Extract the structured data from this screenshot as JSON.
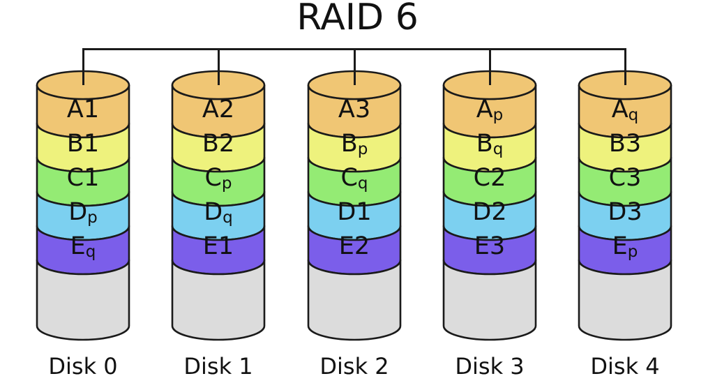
{
  "title": "RAID 6",
  "colors": {
    "stripe_a": "#F0C674",
    "stripe_b": "#EEF27D",
    "stripe_c": "#94EB74",
    "stripe_d": "#7CD0F0",
    "stripe_e": "#7B5EEA",
    "disk_body": "#DCDCDC",
    "outline": "#1A1A1A"
  },
  "disks": [
    {
      "name": "Disk 0",
      "blocks": [
        {
          "base": "A1",
          "sub": ""
        },
        {
          "base": "B1",
          "sub": ""
        },
        {
          "base": "C1",
          "sub": ""
        },
        {
          "base": "D",
          "sub": "p"
        },
        {
          "base": "E",
          "sub": "q"
        }
      ]
    },
    {
      "name": "Disk 1",
      "blocks": [
        {
          "base": "A2",
          "sub": ""
        },
        {
          "base": "B2",
          "sub": ""
        },
        {
          "base": "C",
          "sub": "p"
        },
        {
          "base": "D",
          "sub": "q"
        },
        {
          "base": "E1",
          "sub": ""
        }
      ]
    },
    {
      "name": "Disk 2",
      "blocks": [
        {
          "base": "A3",
          "sub": ""
        },
        {
          "base": "B",
          "sub": "p"
        },
        {
          "base": "C",
          "sub": "q"
        },
        {
          "base": "D1",
          "sub": ""
        },
        {
          "base": "E2",
          "sub": ""
        }
      ]
    },
    {
      "name": "Disk 3",
      "blocks": [
        {
          "base": "A",
          "sub": "p"
        },
        {
          "base": "B",
          "sub": "q"
        },
        {
          "base": "C2",
          "sub": ""
        },
        {
          "base": "D2",
          "sub": ""
        },
        {
          "base": "E3",
          "sub": ""
        }
      ]
    },
    {
      "name": "Disk 4",
      "blocks": [
        {
          "base": "A",
          "sub": "q"
        },
        {
          "base": "B3",
          "sub": ""
        },
        {
          "base": "C3",
          "sub": ""
        },
        {
          "base": "D3",
          "sub": ""
        },
        {
          "base": "E",
          "sub": "p"
        }
      ]
    }
  ]
}
